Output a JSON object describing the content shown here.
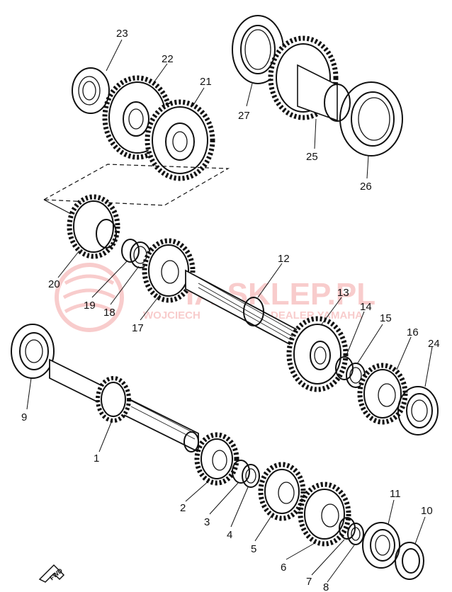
{
  "watermark": {
    "main_text": "IA-SKLEP.PL",
    "sub_text_left": "WOJCIECH",
    "sub_text_right": "DEALER YAMAHA",
    "color": "#f4a3a3"
  },
  "fwd_label": "FWD",
  "parts": [
    {
      "id": "p1",
      "label": "1"
    },
    {
      "id": "p2",
      "label": "2"
    },
    {
      "id": "p3",
      "label": "3"
    },
    {
      "id": "p4",
      "label": "4"
    },
    {
      "id": "p5",
      "label": "5"
    },
    {
      "id": "p6",
      "label": "6"
    },
    {
      "id": "p7",
      "label": "7"
    },
    {
      "id": "p8",
      "label": "8"
    },
    {
      "id": "p9",
      "label": "9"
    },
    {
      "id": "p10",
      "label": "10"
    },
    {
      "id": "p11",
      "label": "11"
    },
    {
      "id": "p12",
      "label": "12"
    },
    {
      "id": "p13",
      "label": "13"
    },
    {
      "id": "p14",
      "label": "14"
    },
    {
      "id": "p15",
      "label": "15"
    },
    {
      "id": "p16",
      "label": "16"
    },
    {
      "id": "p17",
      "label": "17"
    },
    {
      "id": "p18",
      "label": "18"
    },
    {
      "id": "p19",
      "label": "19"
    },
    {
      "id": "p20",
      "label": "20"
    },
    {
      "id": "p21",
      "label": "21"
    },
    {
      "id": "p22",
      "label": "22"
    },
    {
      "id": "p23",
      "label": "23"
    },
    {
      "id": "p24",
      "label": "24"
    },
    {
      "id": "p25",
      "label": "25"
    },
    {
      "id": "p26",
      "label": "26"
    },
    {
      "id": "p27",
      "label": "27"
    }
  ]
}
